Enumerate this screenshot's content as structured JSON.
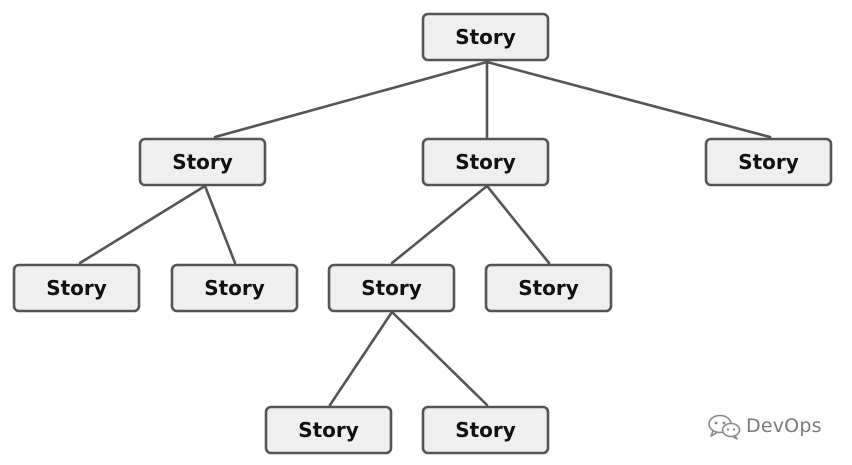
{
  "diagram": {
    "nodes": [
      {
        "id": "root",
        "label": "Story"
      },
      {
        "id": "a",
        "label": "Story"
      },
      {
        "id": "b",
        "label": "Story"
      },
      {
        "id": "c",
        "label": "Story"
      },
      {
        "id": "a1",
        "label": "Story"
      },
      {
        "id": "a2",
        "label": "Story"
      },
      {
        "id": "b1",
        "label": "Story"
      },
      {
        "id": "b2",
        "label": "Story"
      },
      {
        "id": "b1a",
        "label": "Story"
      },
      {
        "id": "b1b",
        "label": "Story"
      }
    ],
    "edges": [
      {
        "from": "root",
        "to": "a"
      },
      {
        "from": "root",
        "to": "b"
      },
      {
        "from": "root",
        "to": "c"
      },
      {
        "from": "a",
        "to": "a1"
      },
      {
        "from": "a",
        "to": "a2"
      },
      {
        "from": "b",
        "to": "b1"
      },
      {
        "from": "b",
        "to": "b2"
      },
      {
        "from": "b1",
        "to": "b1a"
      },
      {
        "from": "b1",
        "to": "b1b"
      }
    ]
  },
  "watermark": {
    "text": "DevOps",
    "icon": "wechat-icon"
  }
}
